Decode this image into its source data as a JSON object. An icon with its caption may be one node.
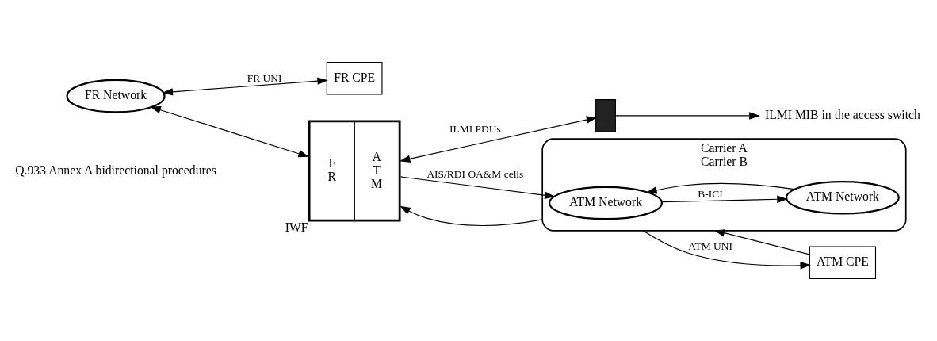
{
  "diagram": {
    "nodes": [
      {
        "text": [
          "F R",
          "A T M"
        ],
        "beside": [
          "IWF"
        ]
      },
      {
        "text": [
          "Carrier A",
          "Carrier B"
        ]
      },
      {
        "text": [
          "ATM Network"
        ],
        "in": 1
      },
      {
        "text": [
          "ATM Network"
        ],
        "in": 1
      },
      {
        "text": [],
        "shape": "box"
      },
      {
        "text": [
          "ATM CPE"
        ]
      },
      {
        "text": [
          "ILMI MIB in the access switch"
        ]
      },
      {
        "text": [
          "FR Network"
        ]
      },
      {
        "text": [
          "FR CPE"
        ]
      }
    ],
    "edges": [
      {
        "from": 1,
        "to": 0,
        "arrow": "to"
      },
      {
        "from": 0,
        "to": 2,
        "arrow": "to",
        "label": "AIS/RDI OA&M cells"
      },
      {
        "from": 0,
        "to": 4,
        "arrow": "both",
        "label": "ILMI PDUs"
      },
      {
        "from": 3,
        "to": 2,
        "arrow": "to"
      },
      {
        "from": 2,
        "to": 3,
        "arrow": "to",
        "label": "B-ICI"
      },
      {
        "from": 5,
        "to": 1,
        "arrow": "to"
      },
      {
        "from": 1,
        "to": 5,
        "arrow": "to",
        "label": "ATM UNI"
      },
      {
        "from": 4,
        "to": 6,
        "arrow": "to"
      },
      {
        "from": 7,
        "to": 0,
        "arrow": "both"
      },
      {
        "from": 7,
        "to": 8,
        "arrow": "both",
        "label": "FR UNI"
      }
    ],
    "labels": [
      "Q.933 Annex A bidirectional procedures"
    ]
  }
}
